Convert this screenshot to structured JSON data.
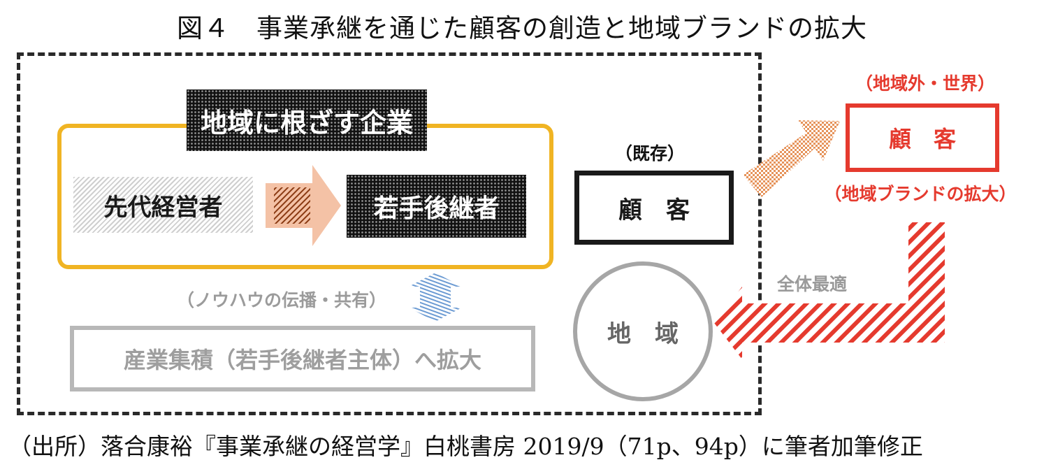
{
  "title": "図４　事業承継を通じた顧客の創造と地域ブランドの拡大",
  "company": {
    "title": "地域に根ざす企業",
    "predecessor": "先代経営者",
    "successor": "若手後継者"
  },
  "knowhow": "（ノウハウの伝播・共有）",
  "cluster": "産業集積（若手後継者主体）へ拡大",
  "existing_customer": {
    "label": "（既存）",
    "box": "顧　客"
  },
  "region": "地　域",
  "global_customer": {
    "label": "（地域外・世界）",
    "box": "顧　客"
  },
  "brand_expansion": "（地域ブランドの拡大）",
  "optimization": "全体最適",
  "source": "（出所）落合康裕『事業承継の経営学』白桃書房 2019/9（71p、94p）に筆者加筆修正",
  "colors": {
    "company_frame": "#f0b423",
    "succession_arrow": "#f4c2a6",
    "knowhow_arrow": "#7ea9d8",
    "growth_arrow": "#e6935a",
    "feedback_arrow": "#e53a2e",
    "global_customer": "#e53a2e"
  }
}
